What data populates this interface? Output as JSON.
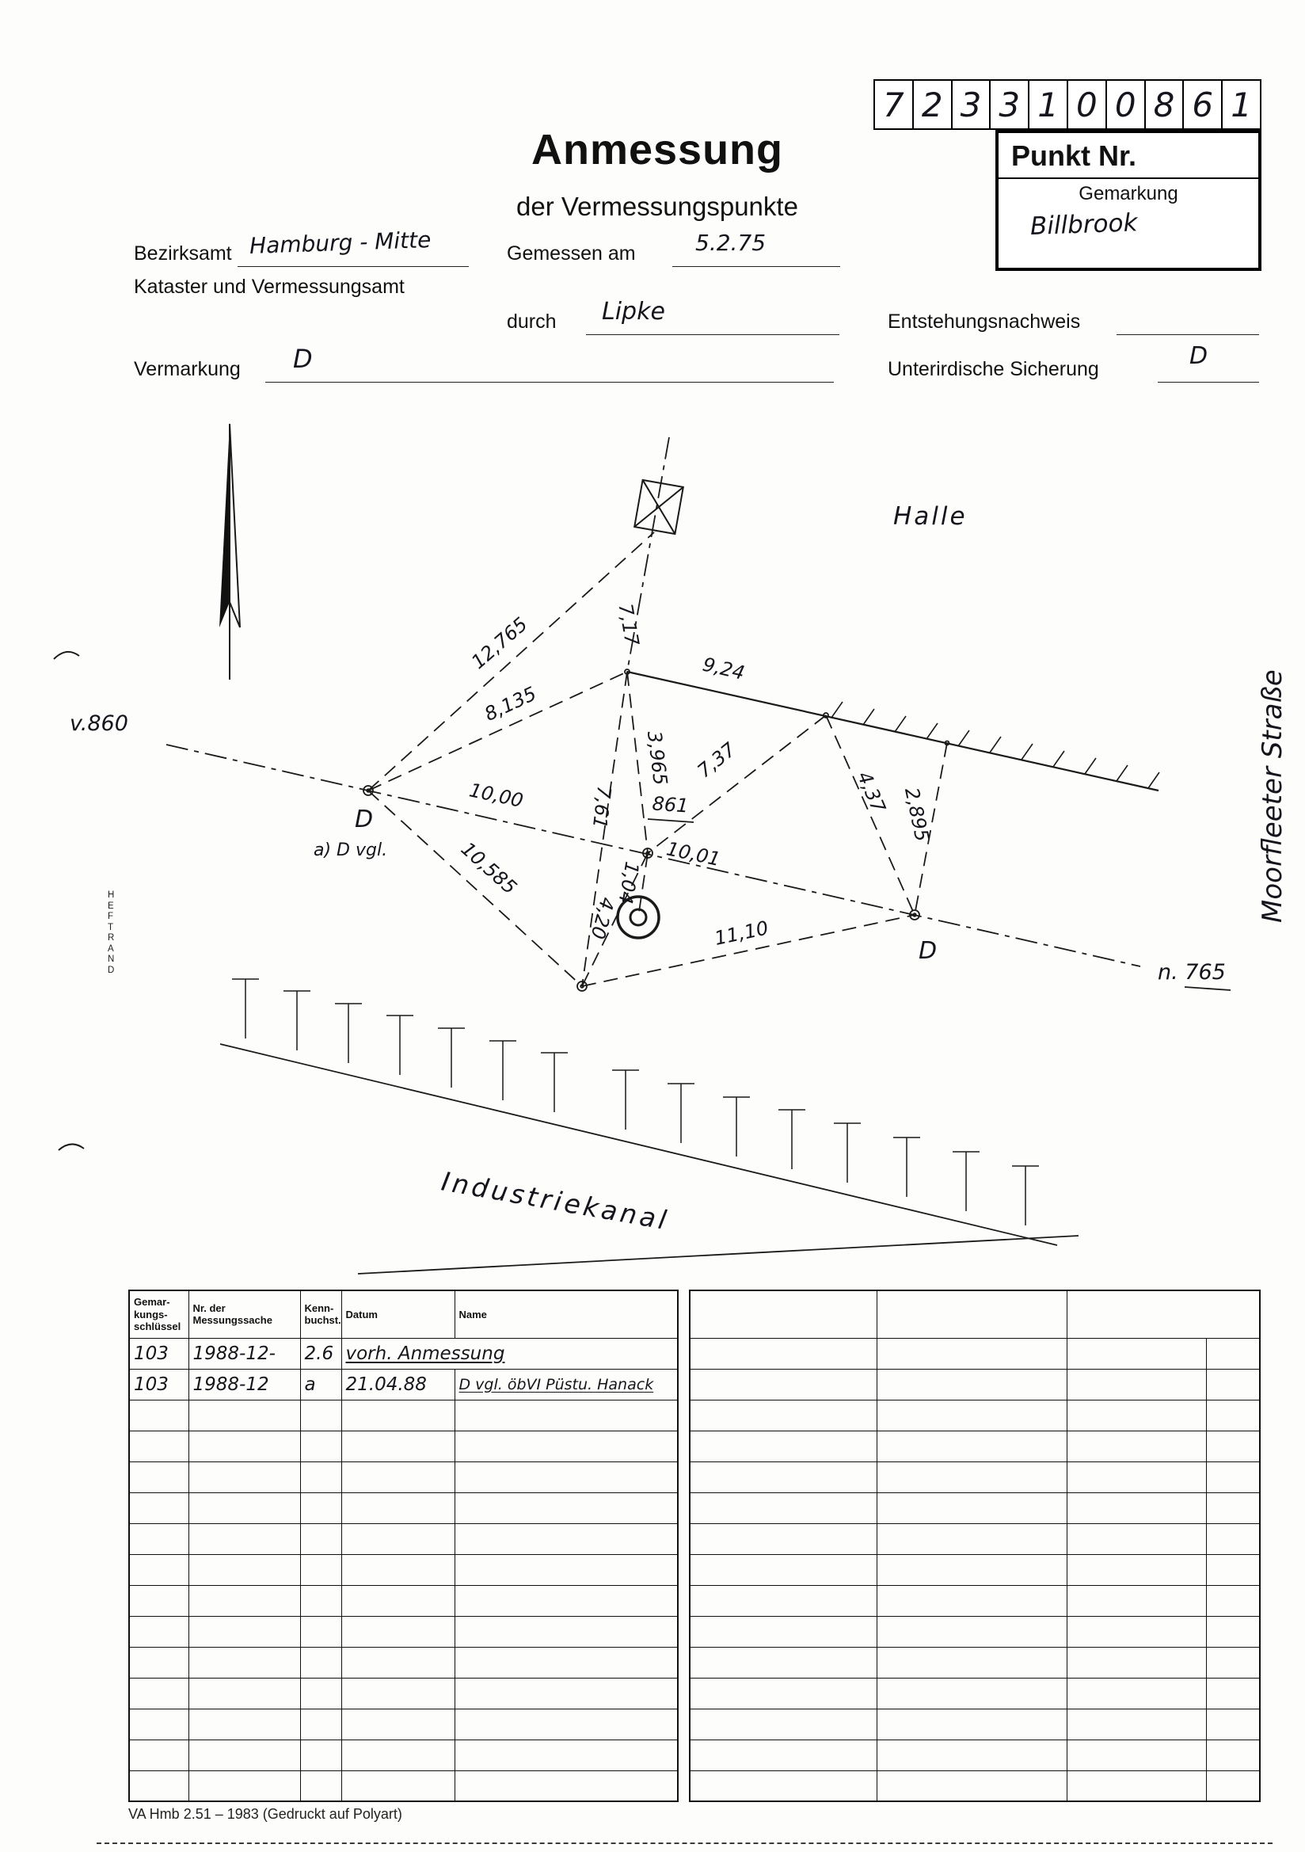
{
  "header": {
    "code_digits": [
      "7",
      "2",
      "3",
      "3",
      "1",
      "0",
      "0",
      "8",
      "6",
      "1"
    ],
    "punkt_nr_label": "Punkt Nr.",
    "gemarkung_label": "Gemarkung",
    "gemarkung_value": "Billbrook",
    "title": "Anmessung",
    "subtitle": "der Vermessungspunkte"
  },
  "form": {
    "bezirksamt_label": "Bezirksamt",
    "bezirksamt_value": "Hamburg - Mitte",
    "kataster_label": "Kataster und Vermessungsamt",
    "gemessen_label": "Gemessen am",
    "gemessen_value": "5.2.75",
    "durch_label": "durch",
    "durch_value": "Lipke",
    "entstehung_label": "Entstehungsnachweis",
    "vermarkung_label": "Vermarkung",
    "vermarkung_value": "D",
    "sicherung_label": "Unterirdische Sicherung",
    "sicherung_value": "D"
  },
  "sketch": {
    "halle": "Halle",
    "strasse": "Moorfleeter Straße",
    "v_point": "v.860",
    "n_point": "n. 765",
    "kanal": "Industriekanal",
    "heftrand": "H\nE\nF\nT\nR\nA\nN\nD",
    "point_number": "861",
    "d_left": "D",
    "d_right": "D",
    "note_left": "a) D vgl.",
    "measurements": [
      "12,765",
      "8,135",
      "7,17",
      "9,24",
      "3,965",
      "7,61",
      "7,37",
      "4,37",
      "2,895",
      "10,00",
      "10,01",
      "10,585",
      "4,20",
      "1,04",
      "11,10"
    ]
  },
  "table": {
    "headers": [
      "Gemar-\nkungs-\nschlüssel",
      "Nr. der\nMessungssache",
      "Kenn-\nbuchst.",
      "Datum",
      "Name"
    ],
    "rows": [
      {
        "schluessel": "103",
        "sache": "1988-12-",
        "kenn": "2.6",
        "eintrag": "vorh. Anmessung"
      },
      {
        "schluessel": "103",
        "sache": "1988-12",
        "kenn": "a",
        "datum": "21.04.88",
        "name": "D vgl. öbVI Püstu. Hanack"
      }
    ]
  },
  "footer": {
    "imprint": "VA Hmb 2.51 – 1983 (Gedruckt auf Polyart)"
  }
}
